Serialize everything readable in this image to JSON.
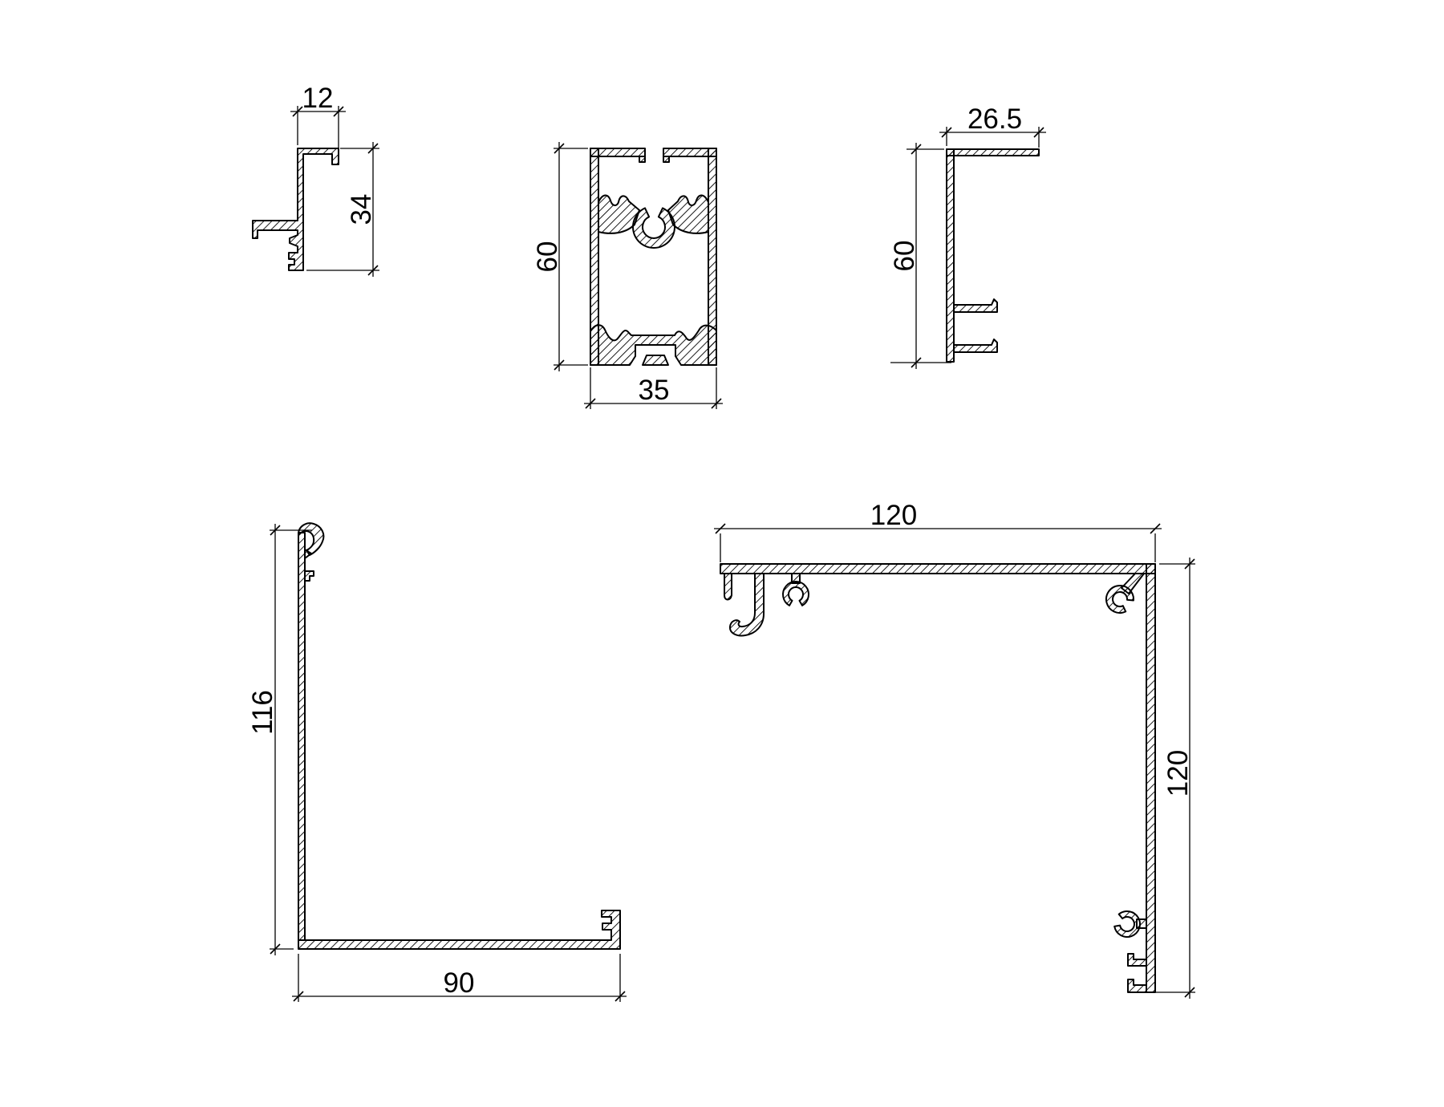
{
  "page": {
    "background": "#ffffff",
    "line_color": "#000000",
    "drawing_type": "aluminium-extrusion-cross-sections"
  },
  "profiles": [
    {
      "id": "small-angle-profile",
      "width": "12",
      "height": "34"
    },
    {
      "id": "tube-profile",
      "height": "60",
      "width": "35"
    },
    {
      "id": "f-profile",
      "width": "26.5",
      "height": "60"
    },
    {
      "id": "l-channel-profile",
      "height": "116",
      "width": "90"
    },
    {
      "id": "corner-profile",
      "width": "120",
      "height": "120"
    }
  ]
}
